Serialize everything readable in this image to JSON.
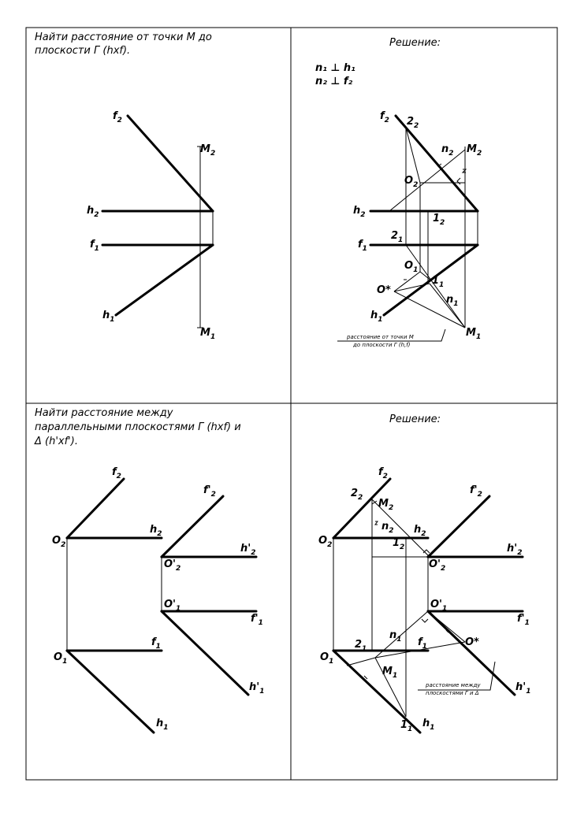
{
  "panels": {
    "task1": {
      "text_line1": "Найти расстояние от точки М до",
      "text_line2": "плоскости Г (hxf)."
    },
    "solution1": {
      "title": "Решение:",
      "cond1": "n₁ ⊥ h₁",
      "cond2": "n₂ ⊥ f₂",
      "note_line1": "расстояние от точки М",
      "note_line2": "до плоскости Г (h,f)"
    },
    "task2": {
      "text_line1": "Найти расстояние между",
      "text_line2": "параллельными плоскостями Г (hxf) и",
      "text_line3": "Δ (h'xf')."
    },
    "solution2": {
      "title": "Решение:",
      "note_line1": "расстояние между",
      "note_line2": "плоскостями Г и Δ"
    }
  },
  "labels": {
    "f": "f",
    "h": "h",
    "M": "M",
    "n": "n",
    "O": "O",
    "one": "1",
    "two": "2",
    "fp": "f'",
    "hp": "h'",
    "Op": "O'",
    "Ostar": "O*",
    "sub1": "1",
    "sub2": "2"
  }
}
